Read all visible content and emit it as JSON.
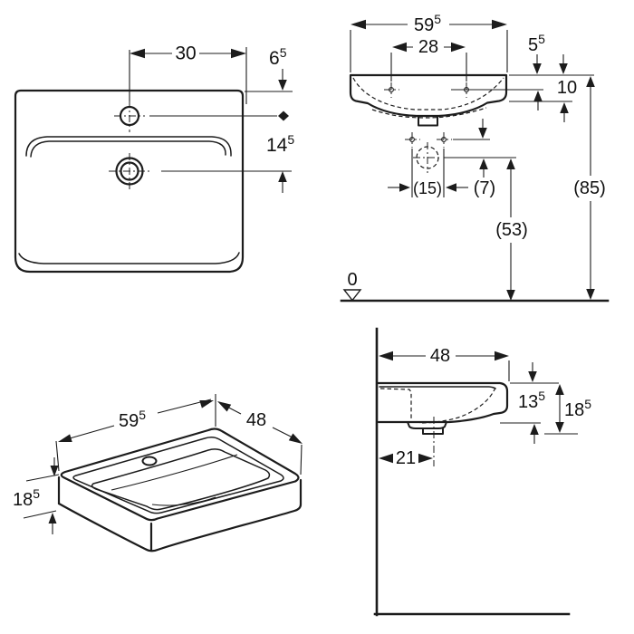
{
  "drawing": {
    "title": "washbasin-dimension-drawing",
    "unit_style": "cm with superscript half-centimetres, parentheses = reference dims",
    "colors": {
      "line": "#1c1c1c",
      "background": "#ffffff",
      "text": "#111111"
    },
    "views": {
      "plan": {
        "description": "top view of washbasin with tap hole and drain",
        "dimensions": {
          "tap_to_right_edge": "30",
          "top_edge_to_tap": "6.5",
          "tap_to_drain": "14.5"
        }
      },
      "front": {
        "description": "front elevation with installation heights and floor datum",
        "dimensions": {
          "overall_width": "59.5",
          "fixing_hole_spacing": "28",
          "rim_to_fixing_holes": "5.5",
          "rim_to_lower_edge": "10",
          "valve_spacing": "(15)",
          "valves_to_trap": "(7)",
          "floor_to_trap": "(53)",
          "floor_to_rim": "(85)",
          "floor_datum": "0"
        }
      },
      "iso": {
        "description": "isometric view of washbasin",
        "dimensions": {
          "width": "59.5",
          "depth": "48",
          "height": "18.5"
        }
      },
      "side": {
        "description": "side section at wall",
        "dimensions": {
          "depth": "48",
          "rim_to_underside": "13.5",
          "total_height": "18.5",
          "wall_to_drain": "21"
        }
      }
    }
  },
  "labels": {
    "plan_30": "30",
    "plan_6_5": {
      "v": "6",
      "s": "5"
    },
    "plan_14_5": {
      "v": "14",
      "s": "5"
    },
    "front_59_5": {
      "v": "59",
      "s": "5"
    },
    "front_28": "28",
    "front_5_5": {
      "v": "5",
      "s": "5"
    },
    "front_10": "10",
    "front_15": "(15)",
    "front_7": "(7)",
    "front_53": "(53)",
    "front_85": "(85)",
    "front_0": "0",
    "iso_59_5": {
      "v": "59",
      "s": "5"
    },
    "iso_48": "48",
    "iso_18_5": {
      "v": "18",
      "s": "5"
    },
    "side_48": "48",
    "side_13_5": {
      "v": "13",
      "s": "5"
    },
    "side_18_5": {
      "v": "18",
      "s": "5"
    },
    "side_21": "21"
  }
}
